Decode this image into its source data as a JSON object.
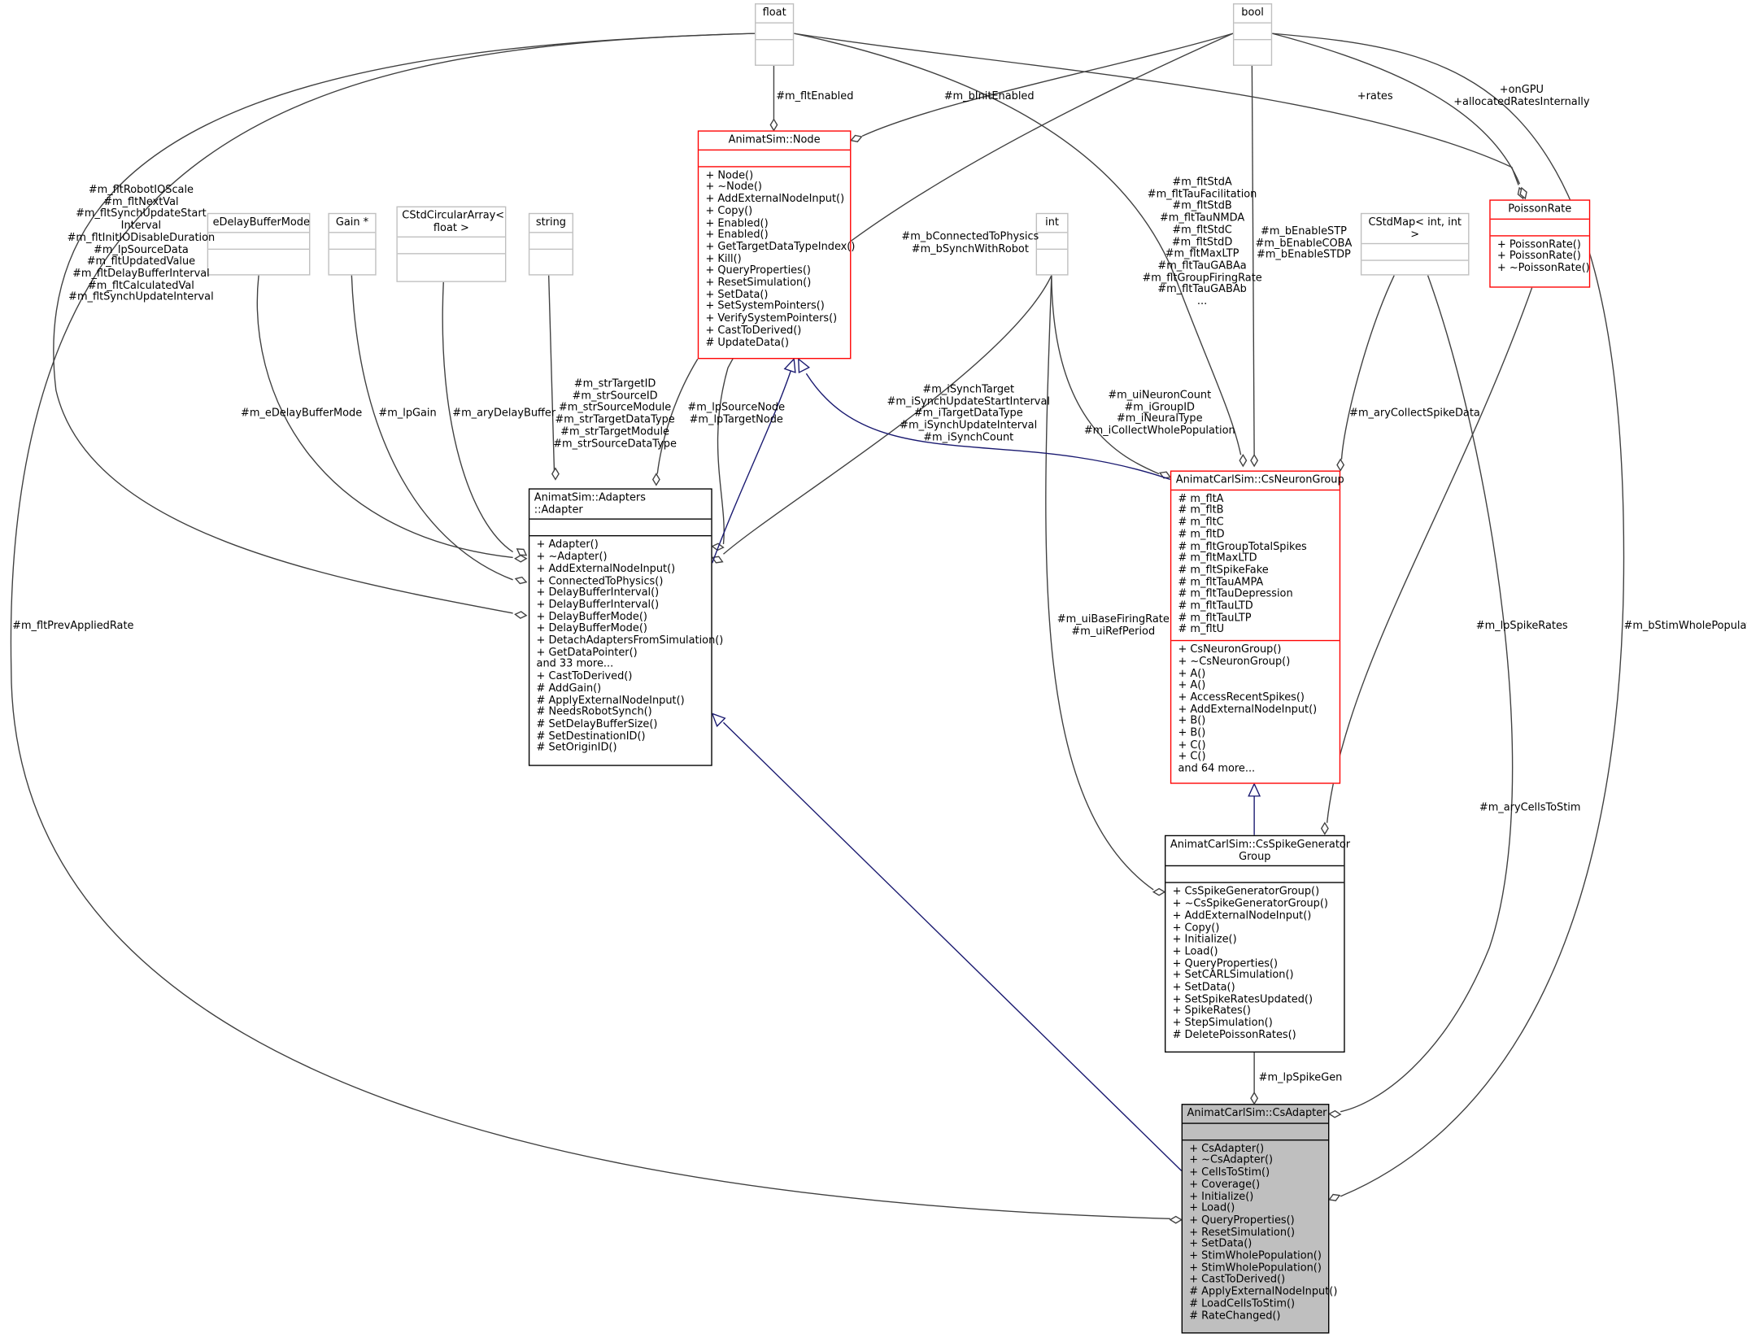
{
  "classes": {
    "float": {
      "title": "float"
    },
    "bool": {
      "title": "bool"
    },
    "int": {
      "title": "int"
    },
    "string": {
      "title": "string"
    },
    "edelay": {
      "title": "eDelayBufferMode"
    },
    "gain": {
      "title": "Gain *"
    },
    "circ": {
      "title": "CStdCircularArray<\nfloat >"
    },
    "stdmap": {
      "title": "CStdMap< int, int >"
    },
    "poisson": {
      "title": "PoissonRate",
      "methods": [
        "+ PoissonRate()",
        "+ PoissonRate()",
        "+ ~PoissonRate()"
      ]
    },
    "node": {
      "title": "AnimatSim::Node",
      "methods": [
        "+ Node()",
        "+ ~Node()",
        "+ AddExternalNodeInput()",
        "+ Copy()",
        "+ Enabled()",
        "+ Enabled()",
        "+ GetTargetDataTypeIndex()",
        "+ Kill()",
        "+ QueryProperties()",
        "+ ResetSimulation()",
        "+ SetData()",
        "+ SetSystemPointers()",
        "+ VerifySystemPointers()",
        "+ CastToDerived()",
        "# UpdateData()"
      ]
    },
    "adapter": {
      "title": "AnimatSim::Adapters\n::Adapter",
      "methods": [
        "+ Adapter()",
        "+ ~Adapter()",
        "+ AddExternalNodeInput()",
        "+ ConnectedToPhysics()",
        "+ DelayBufferInterval()",
        "+ DelayBufferInterval()",
        "+ DelayBufferMode()",
        "+ DelayBufferMode()",
        "+ DetachAdaptersFromSimulation()",
        "+ GetDataPointer()",
        "and 33 more...",
        "+ CastToDerived()",
        "# AddGain()",
        "# ApplyExternalNodeInput()",
        "# NeedsRobotSynch()",
        "# SetDelayBufferSize()",
        "# SetDestinationID()",
        "# SetOriginID()"
      ]
    },
    "neuron": {
      "title": "AnimatCarlSim::CsNeuronGroup",
      "attrs": [
        "# m_fltA",
        "# m_fltB",
        "# m_fltC",
        "# m_fltD",
        "# m_fltGroupTotalSpikes",
        "# m_fltMaxLTD",
        "# m_fltSpikeFake",
        "# m_fltTauAMPA",
        "# m_fltTauDepression",
        "# m_fltTauLTD",
        "# m_fltTauLTP",
        "# m_fltU"
      ],
      "methods": [
        "+ CsNeuronGroup()",
        "+ ~CsNeuronGroup()",
        "+ A()",
        "+ A()",
        "+ AccessRecentSpikes()",
        "+ AddExternalNodeInput()",
        "+ B()",
        "+ B()",
        "+ C()",
        "+ C()",
        "and 64 more..."
      ]
    },
    "spikegen": {
      "title": "AnimatCarlSim::CsSpikeGenerator\nGroup",
      "methods": [
        "+ CsSpikeGeneratorGroup()",
        "+ ~CsSpikeGeneratorGroup()",
        "+ AddExternalNodeInput()",
        "+ Copy()",
        "+ Initialize()",
        "+ Load()",
        "+ QueryProperties()",
        "+ SetCARLSimulation()",
        "+ SetData()",
        "+ SetSpikeRatesUpdated()",
        "+ SpikeRates()",
        "+ StepSimulation()",
        "# DeletePoissonRates()"
      ]
    },
    "csadapter": {
      "title": "AnimatCarlSim::CsAdapter",
      "methods": [
        "+ CsAdapter()",
        "+ ~CsAdapter()",
        "+ CellsToStim()",
        "+ Coverage()",
        "+ Initialize()",
        "+ Load()",
        "+ QueryProperties()",
        "+ ResetSimulation()",
        "+ SetData()",
        "+ StimWholePopulation()",
        "+ StimWholePopulation()",
        "+ CastToDerived()",
        "# ApplyExternalNodeInput()",
        "# LoadCellsToStim()",
        "# RateChanged()"
      ]
    }
  },
  "labels": {
    "flt_enabled": "#m_fltEnabled",
    "b_init_enabled": "#m_bInitEnabled",
    "rates": "+rates",
    "ongpu": "+onGPU\n+allocatedRatesInternally",
    "adapter_floats": "#m_fltRobotIOScale\n#m_fltNextVal\n#m_fltSynchUpdateStart\nInterval\n#m_fltInitIODisableDuration\n#m_lpSourceData\n#m_fltUpdatedValue\n#m_fltDelayBufferInterval\n#m_fltCalculatedVal\n#m_fltSynchUpdateInterval",
    "neuron_floats": "#m_fltStdA\n#m_fltTauFacilitation\n#m_fltStdB\n#m_fltTauNMDA\n#m_fltStdC\n#m_fltStdD\n#m_fltMaxLTP\n#m_fltTauGABAa\n#m_fltGroupFiringRate\n#m_fltTauGABAb\n...",
    "connected": "#m_bConnectedToPhysics\n#m_bSynchWithRobot",
    "benable": "#m_bEnableSTP\n#m_bEnableCOBA\n#m_bEnableSTDP",
    "strings": "#m_strTargetID\n#m_strSourceID\n#m_strSourceModule\n#m_strTargetDataType\n#m_strTargetModule\n#m_strSourceDataType",
    "edelay": "#m_eDelayBufferMode",
    "lpgain": "#m_lpGain",
    "arydelay": "#m_aryDelayBuffer",
    "lpnode": "#m_lpSourceNode\n#m_lpTargetNode",
    "isynch": "#m_iSynchTarget\n#m_iSynchUpdateStartInterval\n#m_iTargetDataType\n#m_iSynchUpdateInterval\n#m_iSynchCount",
    "uineuron": "#m_uiNeuronCount\n#m_iGroupID\n#m_iNeuralType\n#m_iCollectWholePopulation",
    "collect": "#m_aryCollectSpikeData",
    "prevrate": "#m_fltPrevAppliedRate",
    "uibase": "#m_uiBaseFiringRate\n#m_uiRefPeriod",
    "lpspikerates": "#m_lpSpikeRates",
    "arycells": "#m_aryCellsToStim",
    "bstimwhole": "#m_bStimWholePopulation",
    "lpspikegen": "#m_lpSpikeGen"
  },
  "colors": {
    "inherit_edge": "#191970",
    "assoc_edge": "#404040",
    "highlight_border": "#ff0000",
    "selected_fill": "#bfbfbf"
  }
}
